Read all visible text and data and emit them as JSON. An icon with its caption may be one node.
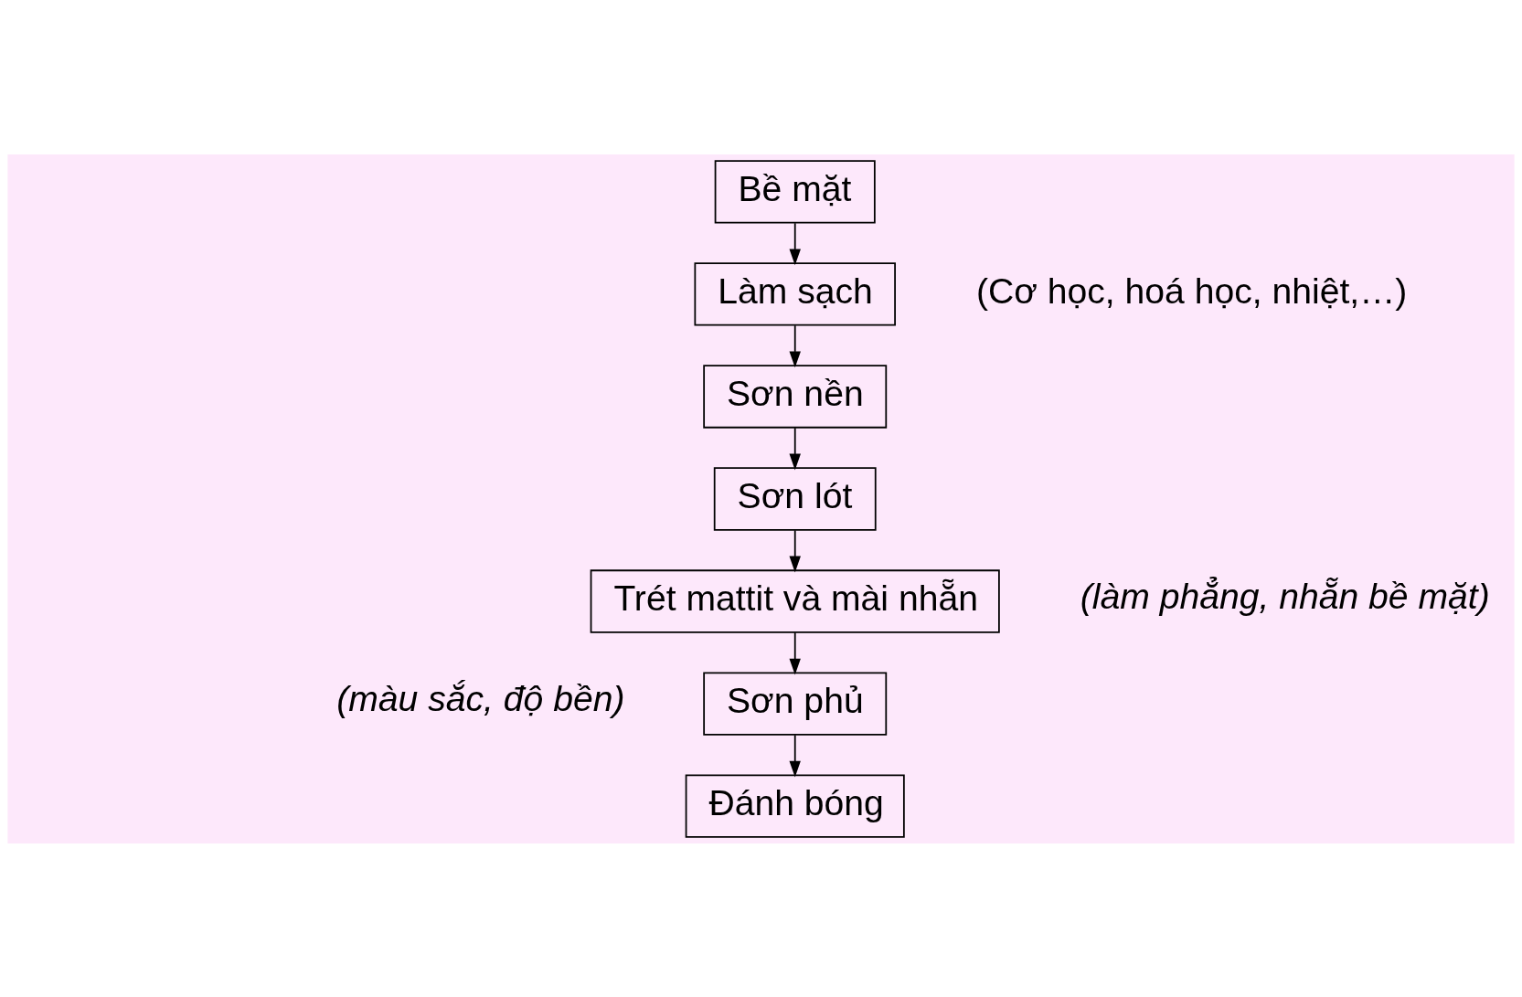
{
  "diagram": {
    "nodes": [
      {
        "text": [
          "Bề mặt"
        ]
      },
      {
        "text": [
          "Làm sạch"
        ],
        "beside": [
          "(Cơ học, hoá học, nhiệt,…)"
        ]
      },
      {
        "text": [
          "Sơn nền"
        ]
      },
      {
        "text": [
          "Sơn lót"
        ]
      },
      {
        "text": [
          "Trét mattit và mài nhẵn"
        ],
        "beside": [
          "(làm phẳng, nhẵn bề mặt)"
        ]
      },
      {
        "text": [
          "Sơn phủ"
        ]
      },
      {
        "text": [
          "Đánh bóng"
        ]
      }
    ],
    "edges": [
      {
        "from": 0,
        "to": 1,
        "arrow": "to"
      },
      {
        "from": 1,
        "to": 2,
        "arrow": "to"
      },
      {
        "from": 2,
        "to": 3,
        "arrow": "to"
      },
      {
        "from": 3,
        "to": 4,
        "arrow": "to"
      },
      {
        "from": 4,
        "to": 5,
        "arrow": "to"
      },
      {
        "from": 5,
        "to": 6,
        "arrow": "to"
      }
    ],
    "labels": [
      "(màu sắc, độ bền)"
    ]
  }
}
